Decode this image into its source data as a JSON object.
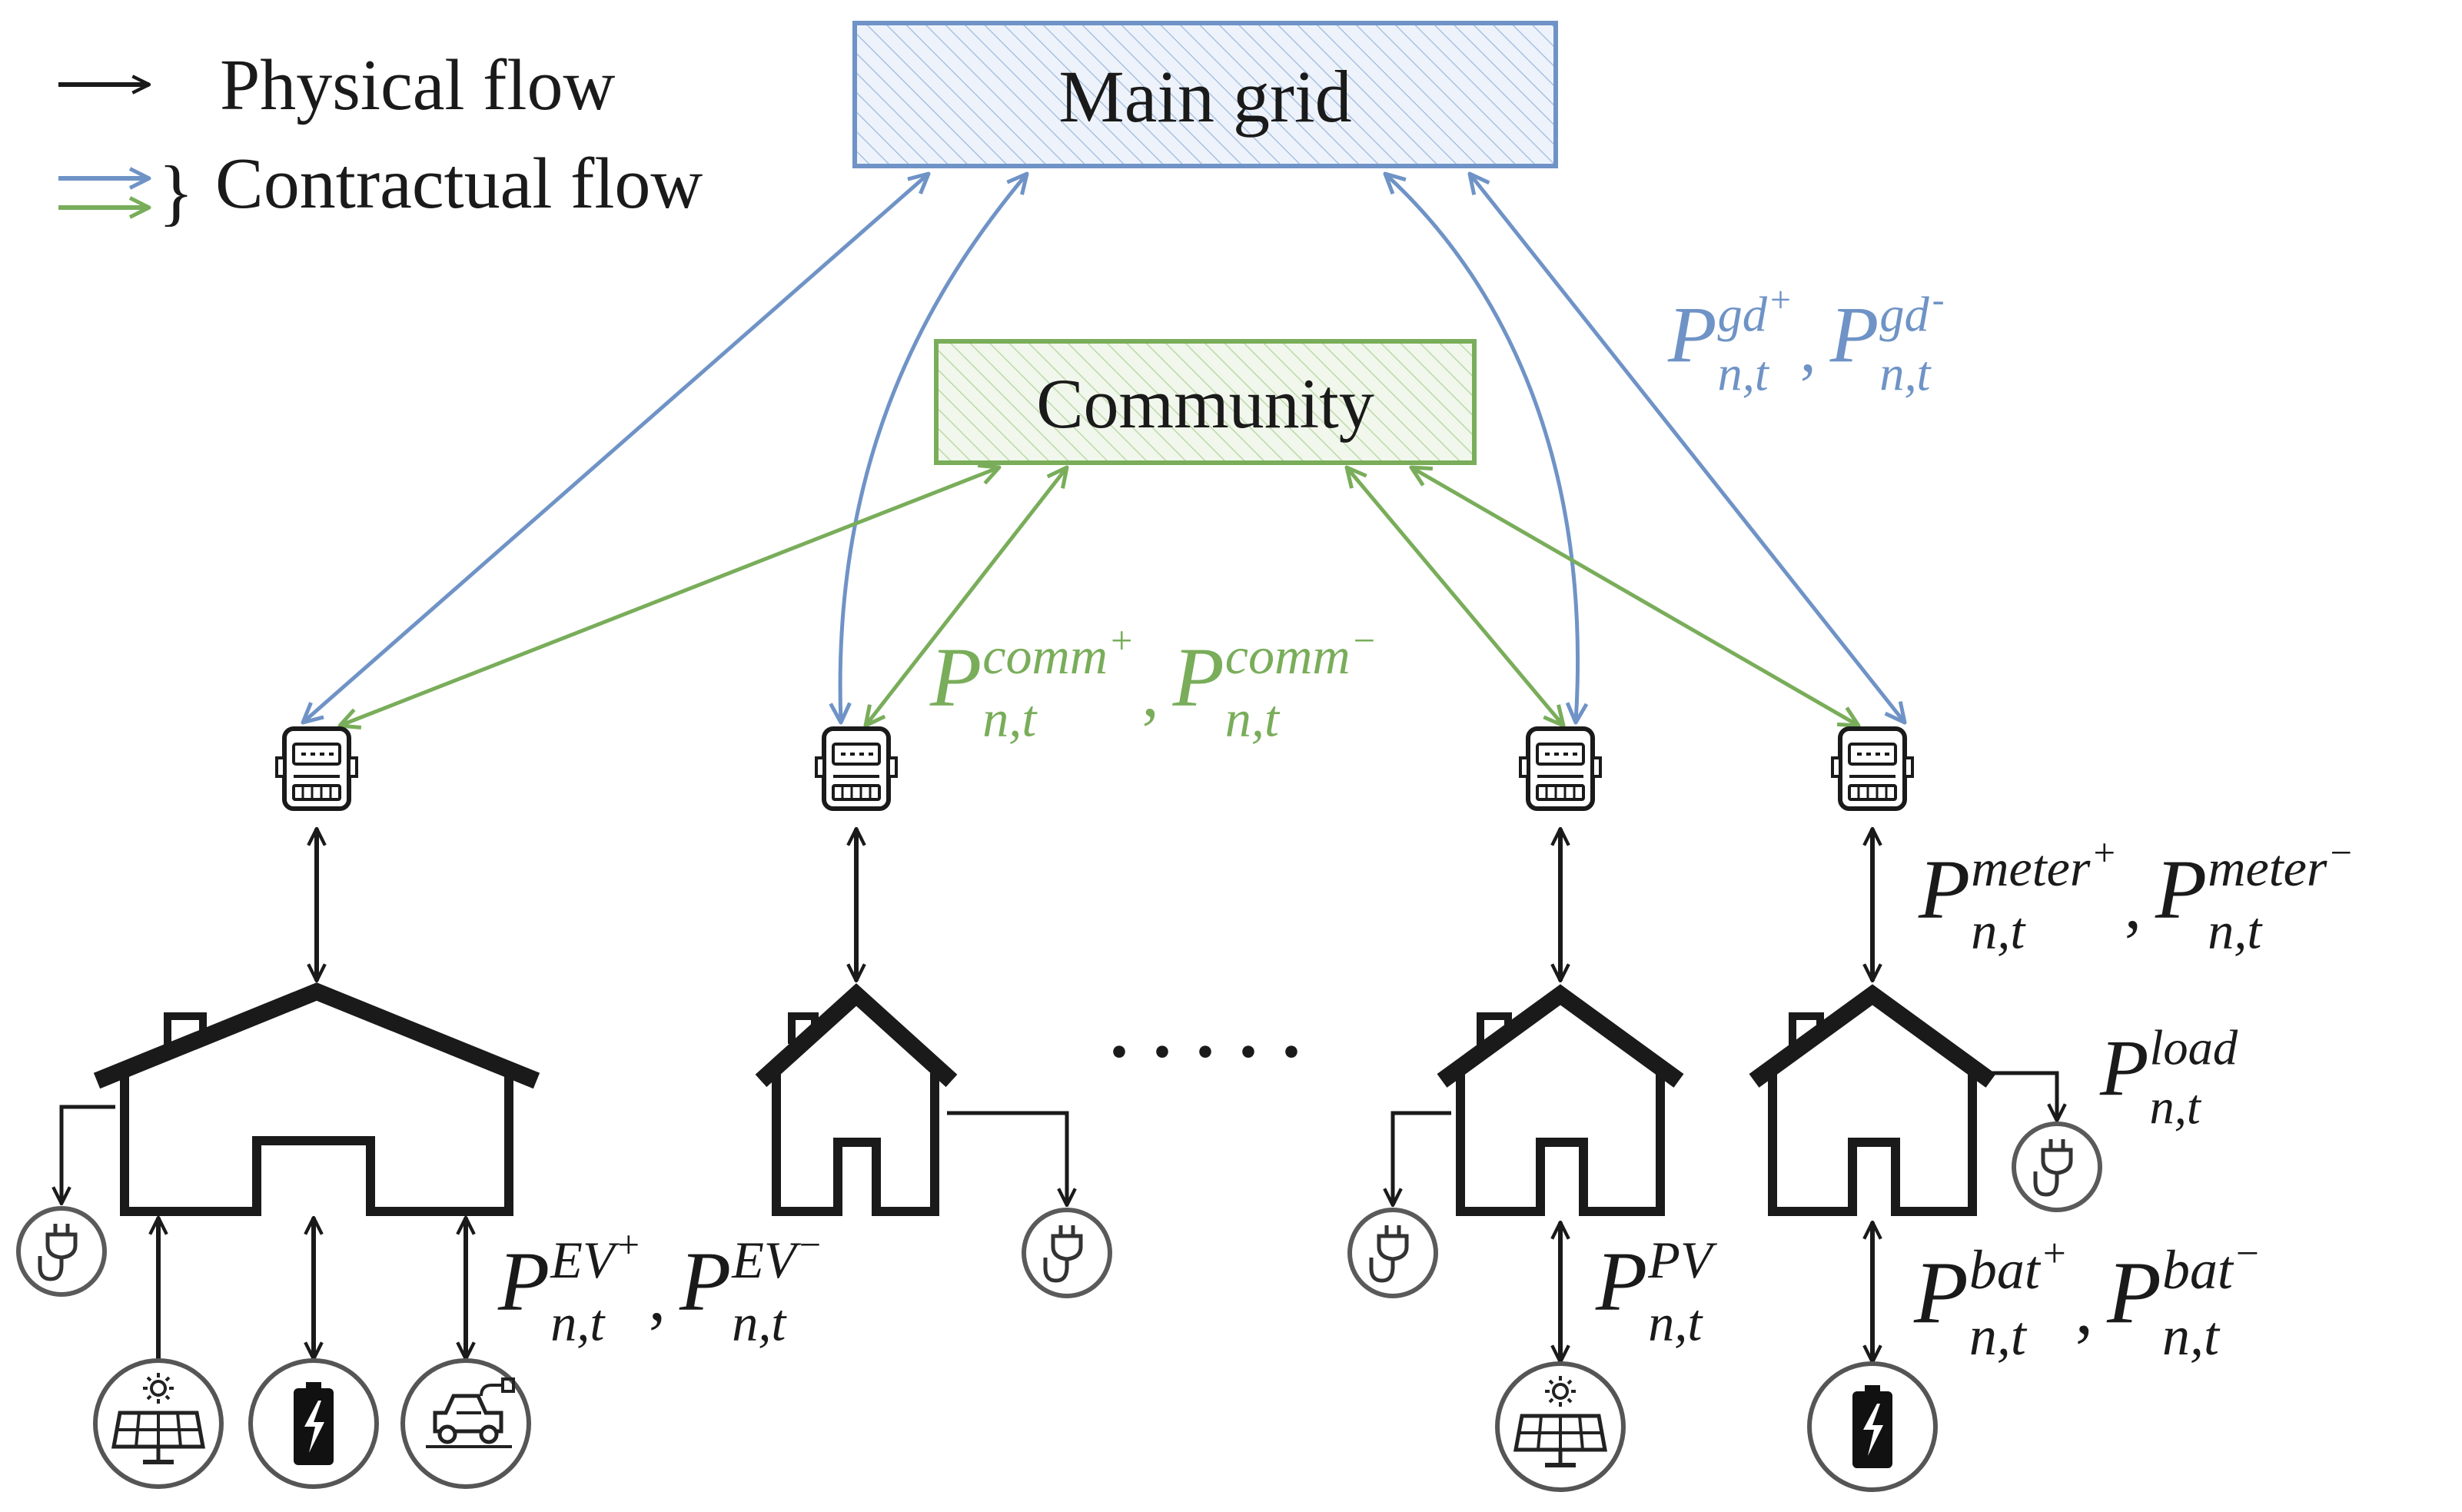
{
  "legend": {
    "physical_label": "Physical flow",
    "contractual_label": "Contractual flow",
    "brace": "}"
  },
  "nodes": {
    "main_grid": "Main grid",
    "community": "Community"
  },
  "ellipsis": "· · · · ·",
  "colors": {
    "physical": "#1a1a1a",
    "grid": "#6f93c6",
    "community": "#79ad5a",
    "grid_fill": "#dde8f6",
    "community_fill": "#e2efd7",
    "device_ring": "#555555"
  },
  "labels": {
    "grid_exchange": {
      "color_key": "grid",
      "terms": [
        {
          "base": "P",
          "sub": "n,t",
          "sup": "gd",
          "sign": "+"
        },
        {
          "base": "P",
          "sub": "n,t",
          "sup": "gd",
          "sign": "-"
        }
      ],
      "separator": ","
    },
    "community_exchange": {
      "color_key": "community",
      "terms": [
        {
          "base": "P",
          "sub": "n,t",
          "sup": "comm",
          "sign": "+"
        },
        {
          "base": "P",
          "sub": "n,t",
          "sup": "comm",
          "sign": "−"
        }
      ],
      "separator": ","
    },
    "meter_exchange": {
      "terms": [
        {
          "base": "P",
          "sub": "n,t",
          "sup": "meter",
          "sign": "+"
        },
        {
          "base": "P",
          "sub": "n,t",
          "sup": "meter",
          "sign": "−"
        }
      ],
      "separator": ","
    },
    "ev_exchange": {
      "terms": [
        {
          "base": "P",
          "sub": "n,t",
          "sup": "EV",
          "sign": "+"
        },
        {
          "base": "P",
          "sub": "n,t",
          "sup": "EV",
          "sign": "−"
        }
      ],
      "separator": ","
    },
    "pv": {
      "base": "P",
      "sub": "n,t",
      "sup": "PV"
    },
    "load": {
      "base": "P",
      "sub": "n,t",
      "sup": "load"
    },
    "battery_exchange": {
      "terms": [
        {
          "base": "P",
          "sub": "n,t",
          "sup": "bat",
          "sign": "+"
        },
        {
          "base": "P",
          "sub": "n,t",
          "sup": "bat",
          "sign": "−"
        }
      ],
      "separator": ","
    }
  },
  "icons": {
    "meter": "electricity-meter-icon",
    "load": "plug-icon",
    "pv": "solar-panel-icon",
    "battery": "battery-icon",
    "ev": "electric-car-icon"
  }
}
